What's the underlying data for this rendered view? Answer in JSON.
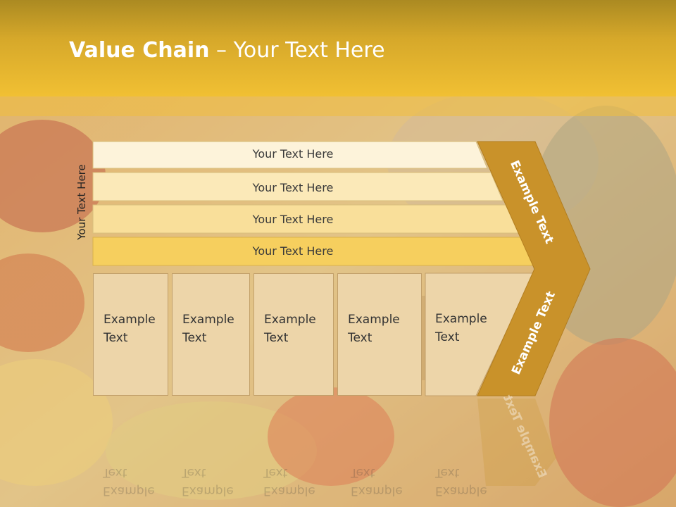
{
  "title": {
    "bold": "Value Chain",
    "rest": " – Your Text Here"
  },
  "side_label": "Your Text Here",
  "rows": [
    {
      "label": "Your Text Here"
    },
    {
      "label": "Your Text Here"
    },
    {
      "label": "Your Text Here"
    },
    {
      "label": "Your Text Here"
    }
  ],
  "columns": [
    {
      "line1": "Example",
      "line2": "Text"
    },
    {
      "line1": "Example",
      "line2": "Text"
    },
    {
      "line1": "Example",
      "line2": "Text"
    },
    {
      "line1": "Example",
      "line2": "Text"
    },
    {
      "line1": "Example",
      "line2": "Text"
    }
  ],
  "chevron": {
    "upper": "Example Text",
    "lower": "Example Text"
  },
  "colors": {
    "header": "#f1c033",
    "chevron": "#c9922a",
    "row_fills": [
      "#fdf3da",
      "#fbe9b8",
      "#f9df9a",
      "#f6cf5e"
    ],
    "box_fill": "#edd5a9"
  }
}
